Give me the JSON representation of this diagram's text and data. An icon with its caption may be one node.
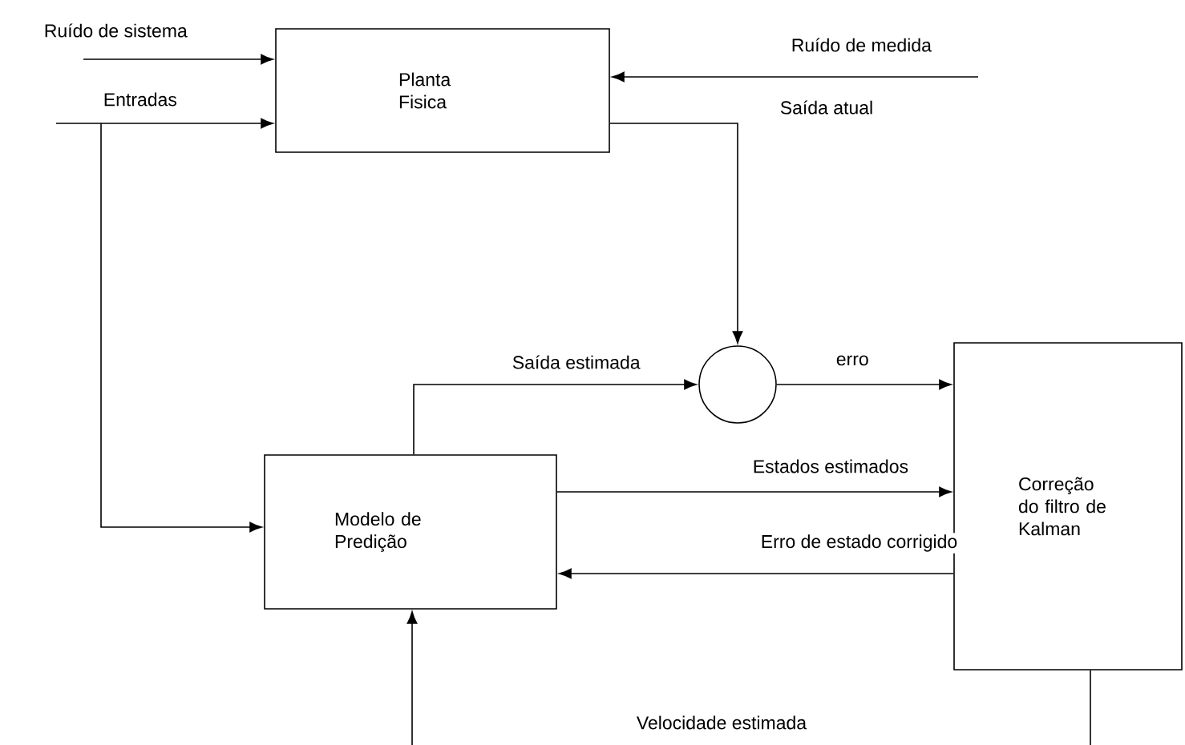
{
  "diagram": {
    "nodes": [
      {
        "text": [
          "Planta Fisica"
        ]
      },
      {
        "text": [
          "Modelo de Predição"
        ]
      },
      {
        "text": [],
        "shape": "circle"
      },
      {
        "text": [
          "Correção do filtro de Kalman"
        ]
      }
    ],
    "edges": [
      {
        "from": null,
        "to": 0,
        "arrow": "to",
        "label": "Ruído de sistema"
      },
      {
        "from": null,
        "to": 0,
        "arrow": "to",
        "label": "Ruído de medida"
      },
      {
        "from": null,
        "to": 0,
        "arrow": "to",
        "label": "Entradas"
      },
      {
        "from": null,
        "to": 1,
        "arrow": "to"
      },
      {
        "from": 0,
        "to": 2,
        "arrow": "to",
        "label": "Saída atual"
      },
      {
        "from": 1,
        "to": 2,
        "arrow": "to",
        "label": "Saída estimada"
      },
      {
        "from": 2,
        "to": 3,
        "arrow": "to",
        "label": "erro"
      },
      {
        "from": 1,
        "to": 3,
        "arrow": "to",
        "label": "Estados estimados"
      },
      {
        "from": 3,
        "to": 1,
        "arrow": "to",
        "label": "Erro de estado corrigido"
      },
      {
        "from": 3,
        "to": null,
        "arrow": "none"
      },
      {
        "from": null,
        "to": 1,
        "arrow": "to"
      }
    ],
    "labels": [
      "Velocidade estimada"
    ]
  }
}
